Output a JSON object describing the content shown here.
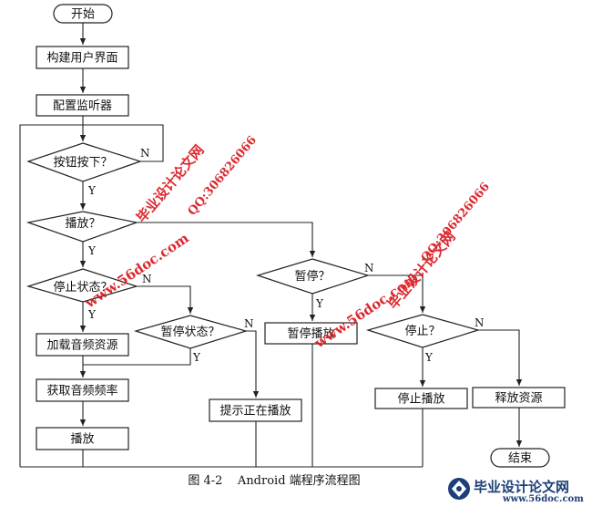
{
  "diagram": {
    "nodes": {
      "start": "开始",
      "build_ui": "构建用户界面",
      "config_listener": "配置监听器",
      "button_pressed": "按钮按下？",
      "play_q": "播放？",
      "stopped_state_q": "停止状态？",
      "load_audio": "加载音频资源",
      "get_freq": "获取音频频率",
      "play": "播放",
      "paused_state_q": "暂停状态？",
      "notify_playing": "提示正在播放",
      "pause_q": "暂停？",
      "pause_play": "暂停播放",
      "stop_q": "停止？",
      "stop_play": "停止播放",
      "release_res": "释放资源",
      "end": "结束"
    },
    "edge_labels": {
      "yes": "Y",
      "no": "N"
    },
    "caption": "图 4-2    Android 端程序流程图"
  },
  "watermarks": {
    "site_cn": "毕业设计论文网",
    "site_url": "www.56doc.com",
    "qq": "QQ:306826066"
  },
  "logo": {
    "text": "毕业设计论文网",
    "url": "www.56doc.com"
  },
  "colors": {
    "watermark": "#d8141b",
    "logo": "#1c3f7a",
    "line": "#222222"
  }
}
